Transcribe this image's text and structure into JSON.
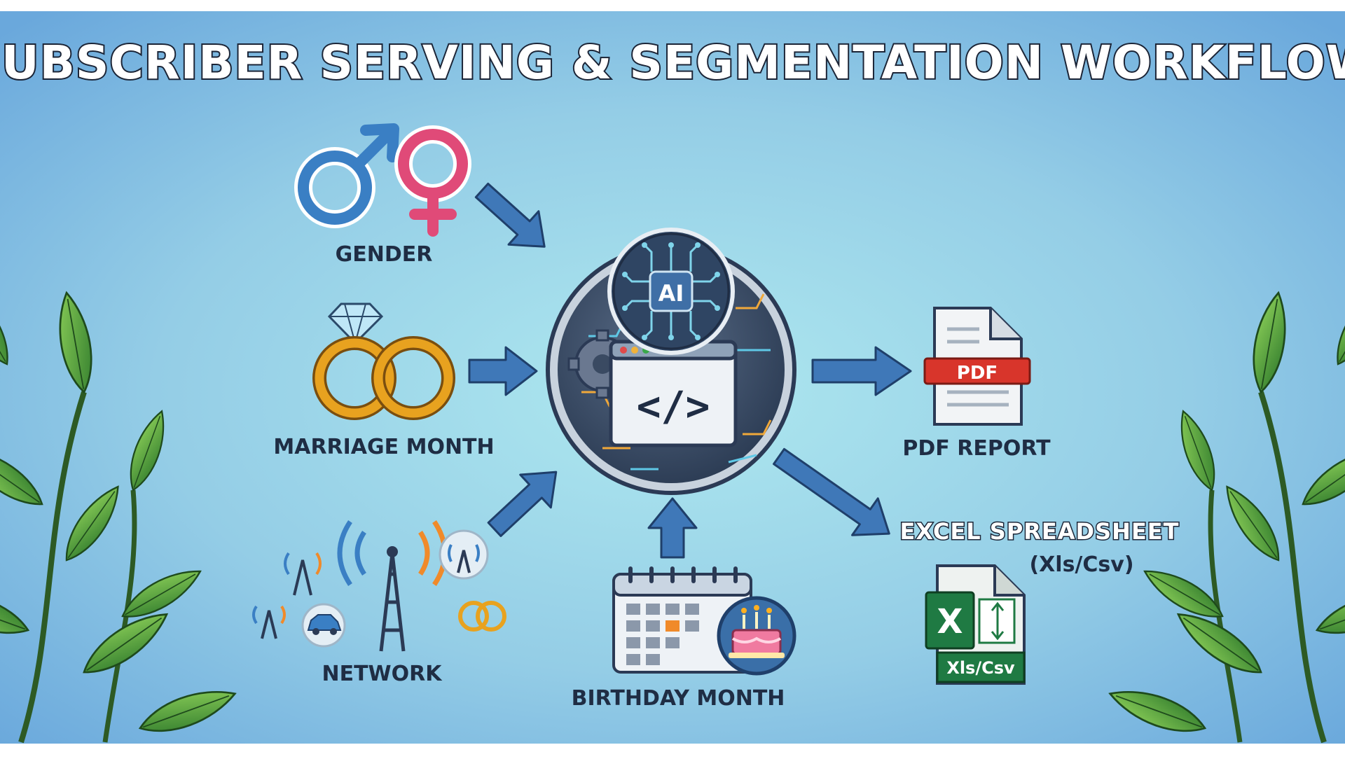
{
  "title": "SUBSCRIBER SERVING & SEGMENTATION WORKFLOW",
  "inputs": {
    "gender": "GENDER",
    "marriage_month": "MARRIAGE MONTH",
    "network": "NETWORK",
    "birthday_month": "BIRTHDAY MONTH"
  },
  "hub": {
    "ai_label": "AI",
    "code_label": "</>"
  },
  "outputs": {
    "pdf_label": "PDF REPORT",
    "pdf_badge": "PDF",
    "excel_label": "EXCEL SPREADSHEET",
    "excel_format": "(Xls/Csv)",
    "excel_badge": "Xls/Csv",
    "excel_letter": "X"
  },
  "colors": {
    "bg_top": "#7fb8e0",
    "bg_center": "#a6e3ee",
    "arrow": "#3f78b8",
    "arrow_stroke": "#1f3f6a",
    "male": "#3a7fc4",
    "female": "#e04a78",
    "ring": "#e8a21f",
    "pdf_red": "#d8352b",
    "excel_green": "#1f7a43",
    "leaf": "#4f9a3a"
  },
  "icons": [
    "male-symbol-icon",
    "female-symbol-icon",
    "wedding-rings-icon",
    "diamond-icon",
    "radio-tower-icon",
    "car-icon",
    "ai-chip-icon",
    "gear-icon",
    "code-window-icon",
    "pdf-file-icon",
    "excel-file-icon",
    "calendar-icon",
    "birthday-cake-icon",
    "plant-leaves-icon"
  ]
}
